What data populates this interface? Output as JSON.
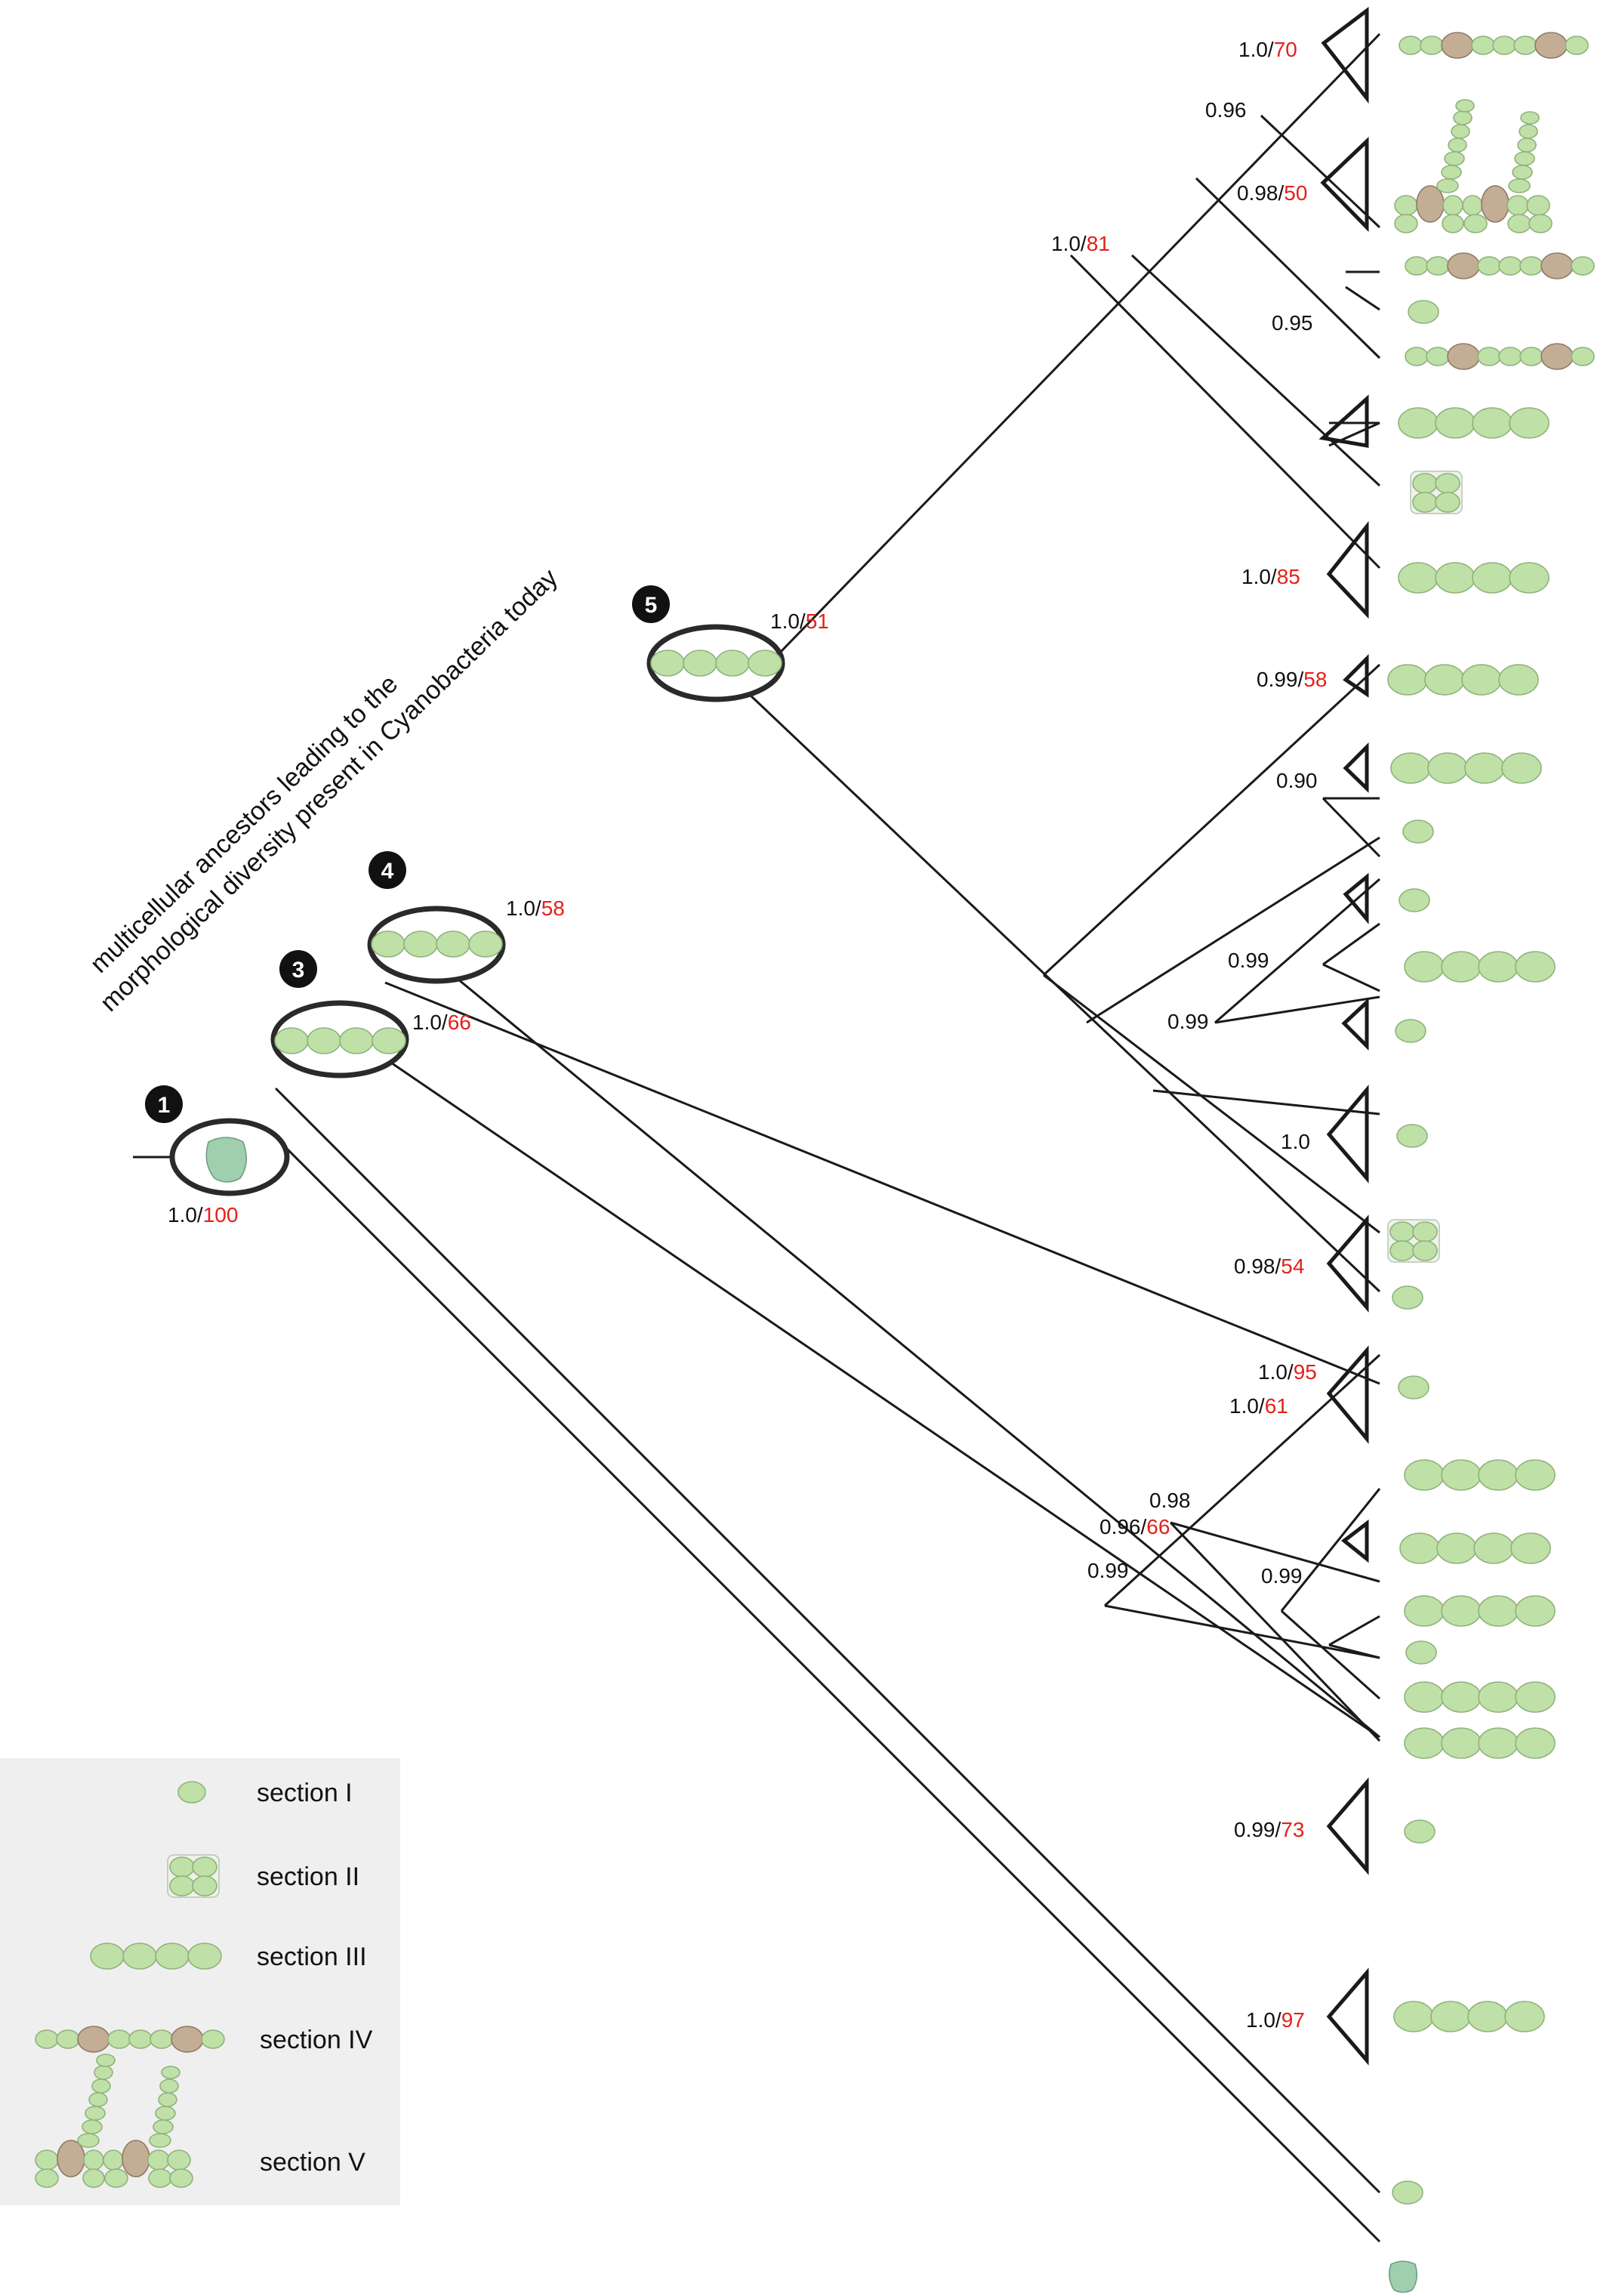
{
  "annotation": {
    "line1": "multicellular ancestors leading to the",
    "line2": "morphological diversity present in Cyanobacteria today"
  },
  "nodes": [
    {
      "num": "1",
      "pp": "1.0/",
      "bs": "100"
    },
    {
      "num": "3",
      "pp": "1.0/",
      "bs": "66"
    },
    {
      "num": "4",
      "pp": "1.0/",
      "bs": "58"
    },
    {
      "num": "5",
      "pp": "1.0/",
      "bs": "51"
    }
  ],
  "support": [
    {
      "pp": "1.0/",
      "bs": "70"
    },
    {
      "pp": "0.96",
      "bs": ""
    },
    {
      "pp": "0.98/",
      "bs": "50"
    },
    {
      "pp": "1.0/",
      "bs": "81"
    },
    {
      "pp": "0.95",
      "bs": ""
    },
    {
      "pp": "1.0/",
      "bs": "85"
    },
    {
      "pp": "0.99/",
      "bs": "58"
    },
    {
      "pp": "0.90",
      "bs": ""
    },
    {
      "pp": "0.99",
      "bs": ""
    },
    {
      "pp": "0.99",
      "bs": ""
    },
    {
      "pp": "1.0",
      "bs": ""
    },
    {
      "pp": "0.98/",
      "bs": "54"
    },
    {
      "pp": "1.0/",
      "bs": "95"
    },
    {
      "pp": "1.0/",
      "bs": "61"
    },
    {
      "pp": "0.98",
      "bs": ""
    },
    {
      "pp": "0.96/",
      "bs": "66"
    },
    {
      "pp": "0.99",
      "bs": ""
    },
    {
      "pp": "0.99",
      "bs": ""
    },
    {
      "pp": "0.99/",
      "bs": "73"
    },
    {
      "pp": "1.0/",
      "bs": "97"
    }
  ],
  "legend": [
    {
      "label": "section I"
    },
    {
      "label": "section II"
    },
    {
      "label": "section III"
    },
    {
      "label": "section IV"
    },
    {
      "label": "section V"
    }
  ],
  "colors": {
    "vegetative_cell": "#bfe0a6",
    "heterocyst": "#c3ad95",
    "bootstrap_value": "#e32119",
    "legend_background": "#efefef"
  }
}
